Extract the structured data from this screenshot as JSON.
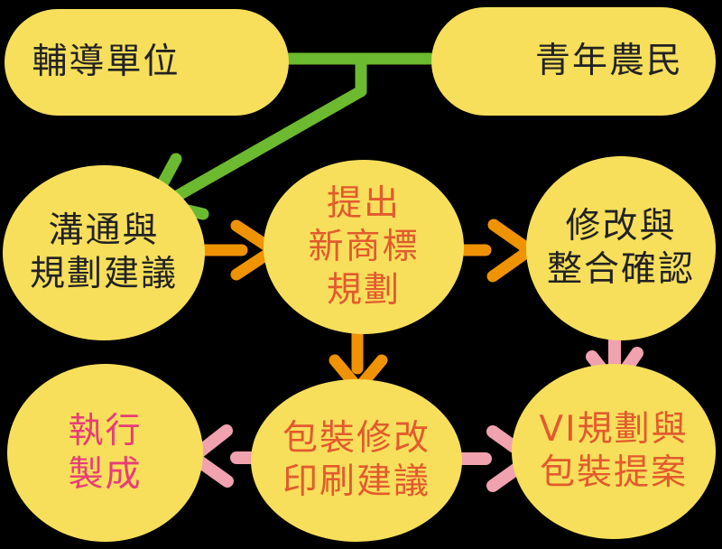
{
  "colors": {
    "background": "#000000",
    "node_fill": "#F7DF5B",
    "dark_text": "#222222",
    "orange_text": "#E25A2D",
    "pink_text": "#E83C78",
    "green_arrow": "#6CBA2F",
    "orange_arrow": "#EF9303",
    "pink_arrow": "#F0A2AE"
  },
  "nodes": {
    "guidance_unit": {
      "label": "輔導單位"
    },
    "young_farmers": {
      "label": "青年農民"
    },
    "communication_planning": {
      "lines": [
        "溝通與",
        "規劃建議"
      ]
    },
    "propose_trademark": {
      "lines": [
        "提出",
        "新商標",
        "規劃"
      ]
    },
    "revise_confirm": {
      "lines": [
        "修改與",
        "整合確認"
      ]
    },
    "execute_production": {
      "lines": [
        "執行",
        "製成"
      ]
    },
    "packaging_revision": {
      "lines": [
        "包裝修改",
        "印刷建議"
      ]
    },
    "vi_packaging": {
      "lines": [
        "VI規劃與",
        "包裝提案"
      ]
    }
  }
}
